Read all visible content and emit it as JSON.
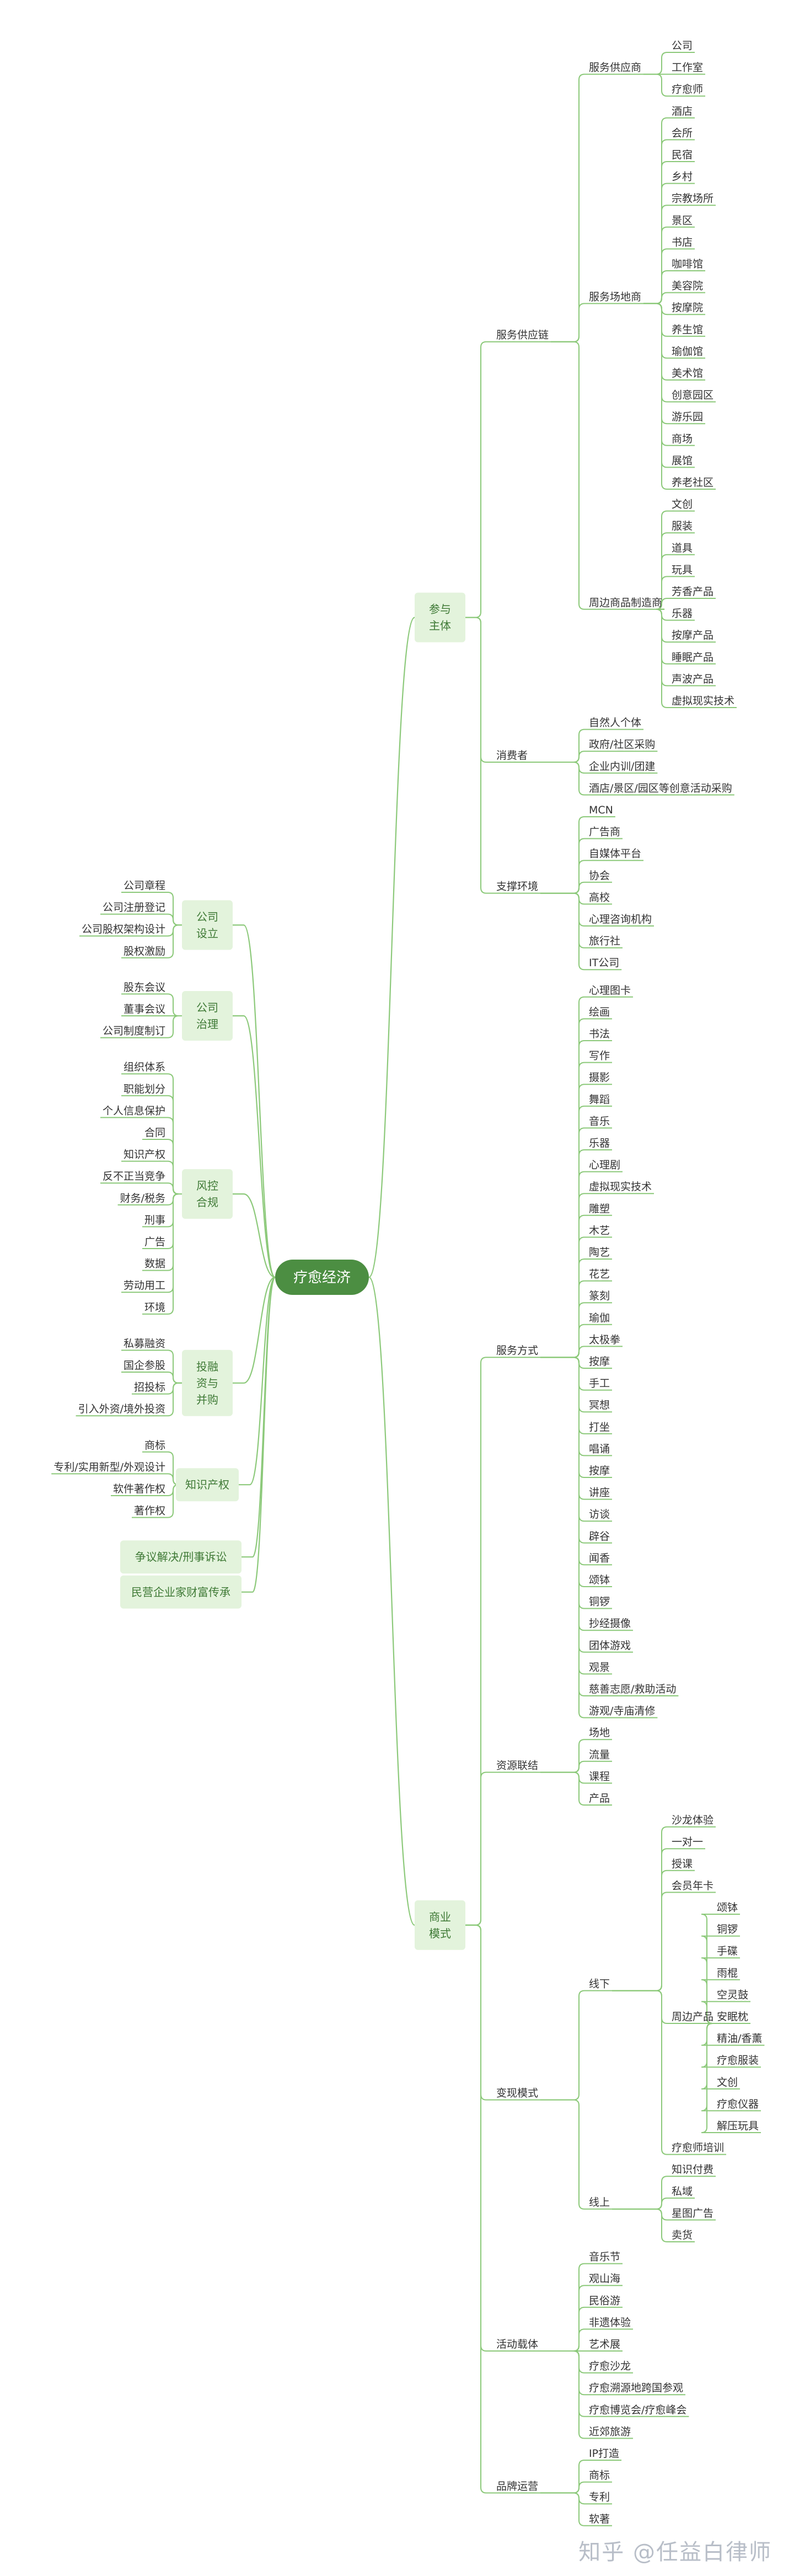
{
  "colors": {
    "line": "#8cc97a",
    "root_fill": "#4c8e42",
    "root_text": "#ffffff",
    "box_fill": "#e3f3dc",
    "box_text": "#3f7a36",
    "leaf_text": "#333333"
  },
  "root": "疗愈经济",
  "left": [
    {
      "label": "公司\n设立",
      "children": [
        "公司章程",
        "公司注册登记",
        "公司股权架构设计",
        "股权激励"
      ]
    },
    {
      "label": "公司\n治理",
      "children": [
        "股东会议",
        "董事会议",
        "公司制度制订"
      ]
    },
    {
      "label": "风控\n合规",
      "children": [
        "组织体系",
        "职能划分",
        "个人信息保护",
        "合同",
        "知识产权",
        "反不正当竞争",
        "财务/税务",
        "刑事",
        "广告",
        "数据",
        "劳动用工",
        "环境"
      ]
    },
    {
      "label": "投融\n资与\n并购",
      "children": [
        "私募融资",
        "国企参股",
        "招投标",
        "引入外资/境外投资"
      ]
    },
    {
      "label": "知识产权",
      "children": [
        "商标",
        "专利/实用新型/外观设计",
        "软件著作权",
        "著作权"
      ]
    },
    {
      "label": "争议解决/刑事诉讼",
      "children": []
    },
    {
      "label": "民营企业家财富传承",
      "children": []
    }
  ],
  "right": [
    {
      "label": "参与\n主体",
      "children": [
        {
          "label": "服务供应链",
          "children": [
            {
              "label": "服务供应商",
              "children": [
                "公司",
                "工作室",
                "疗愈师"
              ]
            },
            {
              "label": "服务场地商",
              "children": [
                "酒店",
                "会所",
                "民宿",
                "乡村",
                "宗教场所",
                "景区",
                "书店",
                "咖啡馆",
                "美容院",
                "按摩院",
                "养生馆",
                "瑜伽馆",
                "美术馆",
                "创意园区",
                "游乐园",
                "商场",
                "展馆",
                "养老社区"
              ]
            },
            {
              "label": "周边商品制造商",
              "children": [
                "文创",
                "服装",
                "道具",
                "玩具",
                "芳香产品",
                "乐器",
                "按摩产品",
                "睡眠产品",
                "声波产品",
                "虚拟现实技术"
              ]
            }
          ]
        },
        {
          "label": "消费者",
          "children": [
            "自然人个体",
            "政府/社区采购",
            "企业内训/团建",
            "酒店/景区/园区等创意活动采购"
          ]
        },
        {
          "label": "支撑环境",
          "children": [
            "MCN",
            "广告商",
            "自媒体平台",
            "协会",
            "高校",
            "心理咨询机构",
            "旅行社",
            "IT公司"
          ]
        }
      ]
    },
    {
      "label": "商业\n模式",
      "children": [
        {
          "label": "服务方式",
          "children": [
            "心理图卡",
            "绘画",
            "书法",
            "写作",
            "摄影",
            "舞蹈",
            "音乐",
            "乐器",
            "心理剧",
            "虚拟现实技术",
            "雕塑",
            "木艺",
            "陶艺",
            "花艺",
            "篆刻",
            "瑜伽",
            "太极拳",
            "按摩",
            "手工",
            "冥想",
            "打坐",
            "唱诵",
            "按摩",
            "讲座",
            "访谈",
            "辟谷",
            "闻香",
            "颂钵",
            "铜锣",
            "抄经摄像",
            "团体游戏",
            "观景",
            "慈善志愿/救助活动",
            "游观/寺庙清修"
          ]
        },
        {
          "label": "资源联结",
          "children": [
            "场地",
            "流量",
            "课程",
            "产品"
          ]
        },
        {
          "label": "变现模式",
          "children": [
            {
              "label": "线下",
              "children": [
                "沙龙体验",
                "一对一",
                "授课",
                "会员年卡",
                {
                  "label": "周边产品",
                  "children": [
                    "颂钵",
                    "铜锣",
                    "手碟",
                    "雨棍",
                    "空灵鼓",
                    "安眠枕",
                    "精油/香薰",
                    "疗愈服装",
                    "文创",
                    "疗愈仪器",
                    "解压玩具"
                  ]
                },
                "疗愈师培训"
              ]
            },
            {
              "label": "线上",
              "children": [
                "知识付费",
                "私域",
                "星图广告",
                "卖货"
              ]
            }
          ]
        },
        {
          "label": "活动载体",
          "children": [
            "音乐节",
            "观山海",
            "民俗游",
            "非遗体验",
            "艺术展",
            "疗愈沙龙",
            "疗愈溯源地跨国参观",
            "疗愈博览会/疗愈峰会",
            "近郊旅游"
          ]
        },
        {
          "label": "品牌运营",
          "children": [
            "IP打造",
            "商标",
            "专利",
            "软著"
          ]
        }
      ]
    }
  ],
  "watermark": "知乎 @任益白律师"
}
